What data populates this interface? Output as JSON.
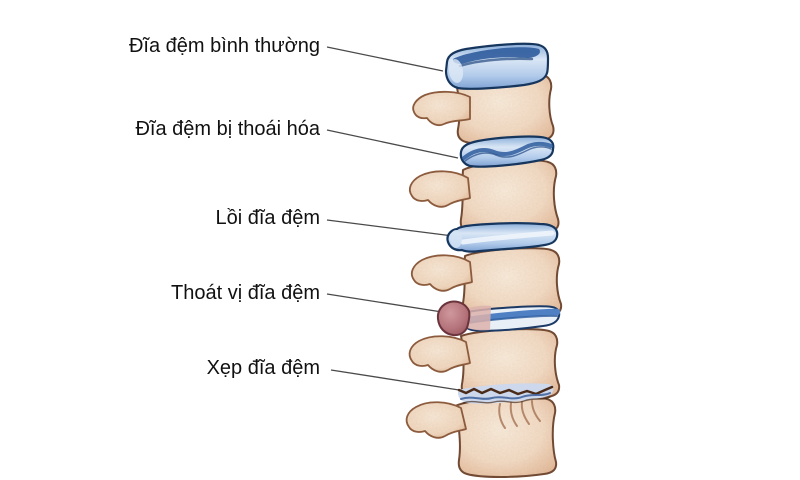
{
  "figure": {
    "background": "#ffffff",
    "labels": [
      {
        "text": "Đĩa đệm bình thường"
      },
      {
        "text": "Đĩa đệm bị thoái hóa"
      },
      {
        "text": "Lồi đĩa đệm"
      },
      {
        "text": "Thoát vị đĩa đệm"
      },
      {
        "text": "Xẹp đĩa đệm"
      }
    ],
    "colors": {
      "label_text": "#111111",
      "leader_line": "#4a4a4a",
      "bone": "#f3dcc6",
      "bone_outline": "#6e4630",
      "disc_blue": "#aac6e6",
      "disc_edge": "#1f4070",
      "hernia": "#b4737a"
    }
  }
}
